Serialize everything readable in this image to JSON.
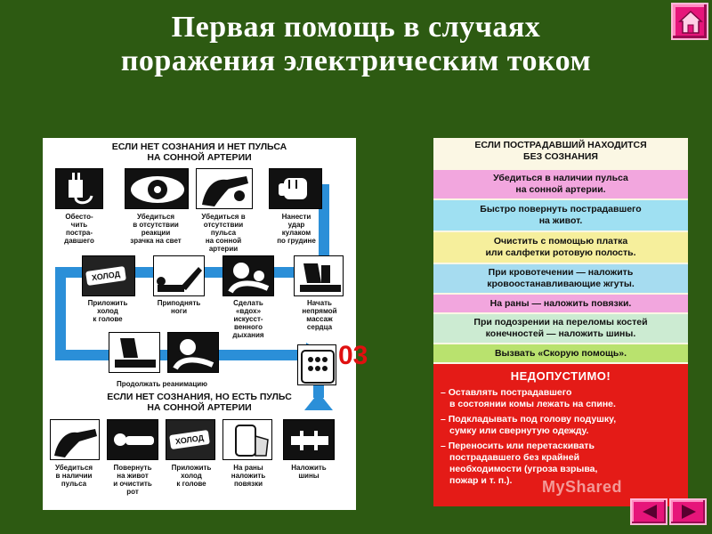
{
  "slide": {
    "title_line1": "Первая помощь в случаях",
    "title_line2": "поражения электрическим током"
  },
  "nav": {
    "home_icon": "home-icon",
    "prev_icon": "arrow-left-icon",
    "next_icon": "arrow-right-icon"
  },
  "left_poster": {
    "header_line1": "ЕСЛИ НЕТ СОЗНАНИЯ И НЕТ ПУЛЬСА",
    "header_line2": "НА СОННОЙ АРТЕРИИ",
    "row1": [
      {
        "l1": "Обесто-",
        "l2": "чить",
        "l3": "постра-",
        "l4": "давшего"
      },
      {
        "l1": "Убедиться",
        "l2": "в отсутствии",
        "l3": "реакции",
        "l4": "зрачка на свет"
      },
      {
        "l1": "Убедиться в",
        "l2": "отсутствии",
        "l3": "пульса",
        "l4": "на сонной артерии"
      },
      {
        "l1": "Нанести",
        "l2": "удар",
        "l3": "кулаком",
        "l4": "по грудине"
      }
    ],
    "row2": [
      {
        "l1": "Приложить",
        "l2": "холод",
        "l3": "к голове",
        "l4": ""
      },
      {
        "l1": "Приподнять",
        "l2": "ноги",
        "l3": "",
        "l4": ""
      },
      {
        "l1": "Сделать",
        "l2": "«вдох»",
        "l3": "искусст-",
        "l4": "венного",
        "l5": "дыхания"
      },
      {
        "l1": "Начать",
        "l2": "непрямой",
        "l3": "массаж",
        "l4": "сердца"
      }
    ],
    "holod_label": "ХОЛОД",
    "continue_label": "Продолжать реанимацию",
    "badge": "03",
    "header2_line1": "ЕСЛИ НЕТ СОЗНАНИЯ, НО ЕСТЬ ПУЛЬС",
    "header2_line2": "НА СОННОЙ АРТЕРИИ",
    "row3": [
      {
        "l1": "Убедиться",
        "l2": "в наличии",
        "l3": "пульса",
        "l4": ""
      },
      {
        "l1": "Повернуть",
        "l2": "на живот",
        "l3": "и очистить",
        "l4": "рот"
      },
      {
        "l1": "Приложить",
        "l2": "холод",
        "l3": "к голове",
        "l4": ""
      },
      {
        "l1": "На раны",
        "l2": "наложить",
        "l3": "повязки",
        "l4": ""
      },
      {
        "l1": "Наложить",
        "l2": "шины",
        "l3": "",
        "l4": ""
      }
    ]
  },
  "right_poster": {
    "header_line1": "ЕСЛИ ПОСТРАДАВШИЙ НАХОДИТСЯ",
    "header_line2": "БЕЗ СОЗНАНИЯ",
    "steps": [
      {
        "l1": "Убедиться в наличии пульса",
        "l2": "на сонной артерии.",
        "color": "#f2a6de"
      },
      {
        "l1": "Быстро повернуть пострадавшего",
        "l2": "на живот.",
        "color": "#9fe0f2"
      },
      {
        "l1": "Очистить с помощью платка",
        "l2": "или салфетки ротовую полость.",
        "color": "#f6ef9c"
      },
      {
        "l1": "При кровотечении — наложить",
        "l2": "кровоостанавливающие жгуты.",
        "color": "#a6dcf0"
      },
      {
        "l1": "На раны — наложить повязки.",
        "l2": "",
        "color": "#f2a6de"
      },
      {
        "l1": "При подозрении на переломы костей",
        "l2": "конечностей — наложить шины.",
        "color": "#ccebd2"
      },
      {
        "l1": "Вызвать «Скорую помощь».",
        "l2": "",
        "color": "#b9e26e"
      }
    ],
    "forbidden_title": "НЕДОПУСТИМО!",
    "forbidden_items": [
      {
        "l1": "– Оставлять пострадавшего",
        "l2": "   в состоянии комы лежать на спине."
      },
      {
        "l1": "– Подкладывать под голову подушку,",
        "l2": "   сумку или свернутую одежду."
      },
      {
        "l1": "– Переносить или перетаскивать",
        "l2": "   пострадавшего без крайней",
        "l3": "   необходимости (угроза взрыва,",
        "l4": "   пожар и т. п.)."
      }
    ],
    "watermark": "MyShared"
  },
  "colors": {
    "background": "#2d5a12",
    "nav_button": "#e6157a",
    "flow_arrows": "#2b8fd8",
    "forbidden_panel": "#e41b17"
  }
}
